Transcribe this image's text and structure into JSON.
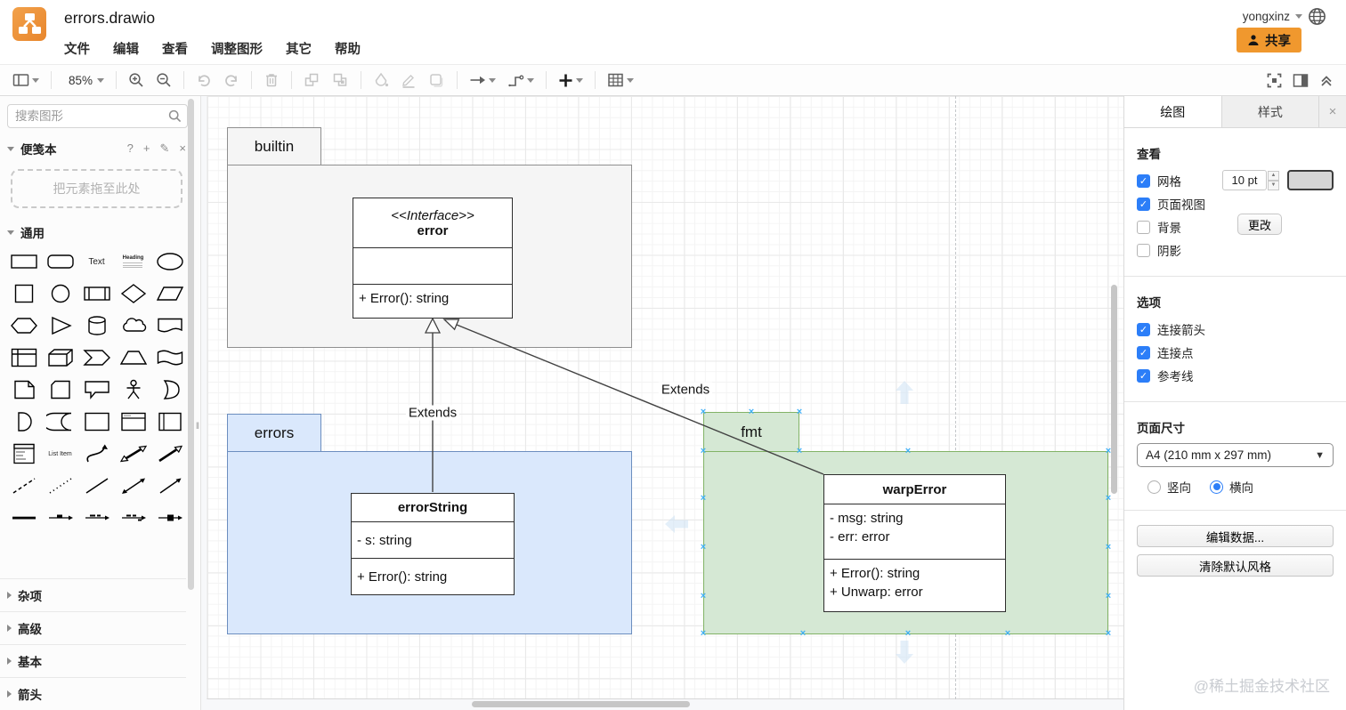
{
  "header": {
    "title": "errors.drawio",
    "menus": [
      "文件",
      "编辑",
      "查看",
      "调整图形",
      "其它",
      "帮助"
    ],
    "user": "yongxinz",
    "share_label": "共享"
  },
  "toolbar": {
    "zoom_level": "85%"
  },
  "sidebar": {
    "search_placeholder": "搜索图形",
    "scratchpad_title": "便笺本",
    "dropzone_text": "把元素拖至此处",
    "general_title": "通用",
    "collapsed": [
      "杂项",
      "高级",
      "基本",
      "箭头"
    ],
    "shape_labels": {
      "text": "Text",
      "heading": "Heading",
      "list_item": "List Item"
    }
  },
  "uml": {
    "pkg_builtin": "builtin",
    "pkg_errors": "errors",
    "pkg_fmt": "fmt",
    "error": {
      "stereotype": "<<Interface>>",
      "name": "error",
      "m1": "+ Error(): string"
    },
    "errorString": {
      "name": "errorString",
      "f1": "- s: string",
      "m1": "+ Error(): string"
    },
    "warpError": {
      "name": "warpError",
      "f1": "- msg: string",
      "f2": "- err: error",
      "m1": "+ Error(): string",
      "m2": "+ Unwarp: error"
    },
    "edge1_label": "Extends",
    "edge2_label": "Extends"
  },
  "right_panel": {
    "tabs": [
      "绘图",
      "样式"
    ],
    "close": "×",
    "view": {
      "title": "查看",
      "grid": "网格",
      "grid_size": "10 pt",
      "page_view": "页面视图",
      "background": "背景",
      "change_btn": "更改",
      "shadow": "阴影"
    },
    "options": {
      "title": "选项",
      "items": [
        "连接箭头",
        "连接点",
        "参考线"
      ]
    },
    "page_size": {
      "title": "页面尺寸",
      "value": "A4 (210 mm x 297 mm)",
      "portrait": "竖向",
      "landscape": "横向"
    },
    "buttons": [
      "编辑数据...",
      "清除默认风格"
    ]
  },
  "watermark": "@稀土掘金技术社区",
  "colors": {
    "accent_orange": "#f0982e",
    "package_gray": "#f5f5f5",
    "package_blue_fill": "#dae8fc",
    "package_blue_stroke": "#6c8ebf",
    "package_green_fill": "#d5e8d4",
    "package_green_stroke": "#82b366",
    "checkbox_blue": "#2c7ef8",
    "selection_marker": "#3fb0f7"
  }
}
